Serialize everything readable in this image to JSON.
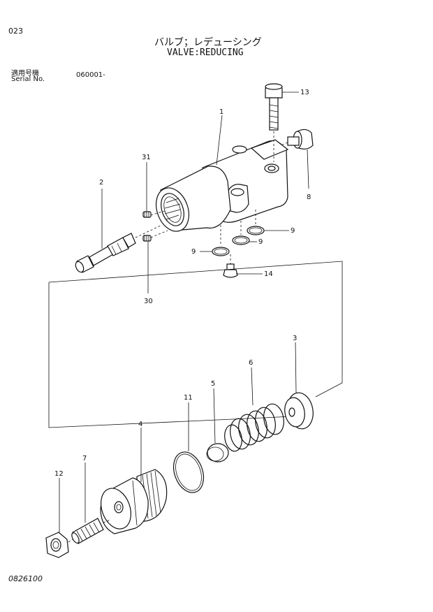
{
  "header": {
    "page_no": "023",
    "title_jp": "バルブ；レデューシング",
    "title_en": "VALVE:REDUCING",
    "serial_label_jp": "適用号機",
    "serial_label_en": "Serial No.",
    "serial_value": "060001-"
  },
  "footer": {
    "doc_no": "0826100"
  },
  "callouts": [
    "1",
    "13",
    "8",
    "31",
    "2",
    "9",
    "9",
    "9",
    "14",
    "30",
    "3",
    "6",
    "5",
    "11",
    "4",
    "7",
    "12"
  ]
}
